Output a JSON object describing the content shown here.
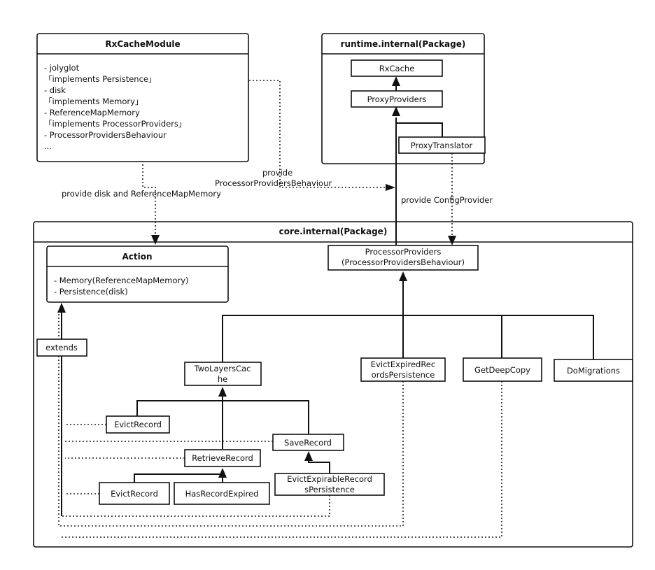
{
  "rxcache_module": {
    "title": "RxCacheModule",
    "lines": [
      "- jolyglot",
      "「implements Persistence」",
      "- disk",
      "「implements Memory」",
      "- ReferenceMapMemory",
      "「implements ProcessorProviders」",
      "- ProcessorProvidersBehaviour",
      "..."
    ]
  },
  "runtime_pkg": {
    "title": "runtime.internal(Package)",
    "rxcache": "RxCache",
    "proxy_providers": "ProxyProviders",
    "proxy_translator": "ProxyTranslator"
  },
  "core_pkg": {
    "title": "core.internal(Package)",
    "action": {
      "title": "Action",
      "lines": [
        "- Memory(ReferenceMapMemory)",
        "- Persistence(disk)"
      ]
    },
    "processor_providers": [
      "ProcessorProviders",
      "(ProcessorProvidersBehaviour)"
    ],
    "extends": "extends",
    "two_layers_cache": [
      "TwoLayersCac",
      "he"
    ],
    "evict_expired_records_persistence": [
      "EvictExpiredRec",
      "ordsPersistence"
    ],
    "get_deep_copy": "GetDeepCopy",
    "do_migrations": "DoMigrations",
    "evict_record_top": "EvictRecord",
    "save_record": "SaveRecord",
    "retrieve_record": "RetrieveRecord",
    "evict_record_bottom": "EvictRecord",
    "has_record_expired": "HasRecordExpired",
    "evict_expirable_records_persistence": [
      "EvictExpirableRecord",
      "sPersistence"
    ]
  },
  "labels": {
    "provide_disk": "provide disk and ReferenceMapMemory",
    "provide_behaviour": [
      "provide",
      "ProcessorProvidersBehaviour"
    ],
    "provide_config": "provide ConfigProvider"
  }
}
